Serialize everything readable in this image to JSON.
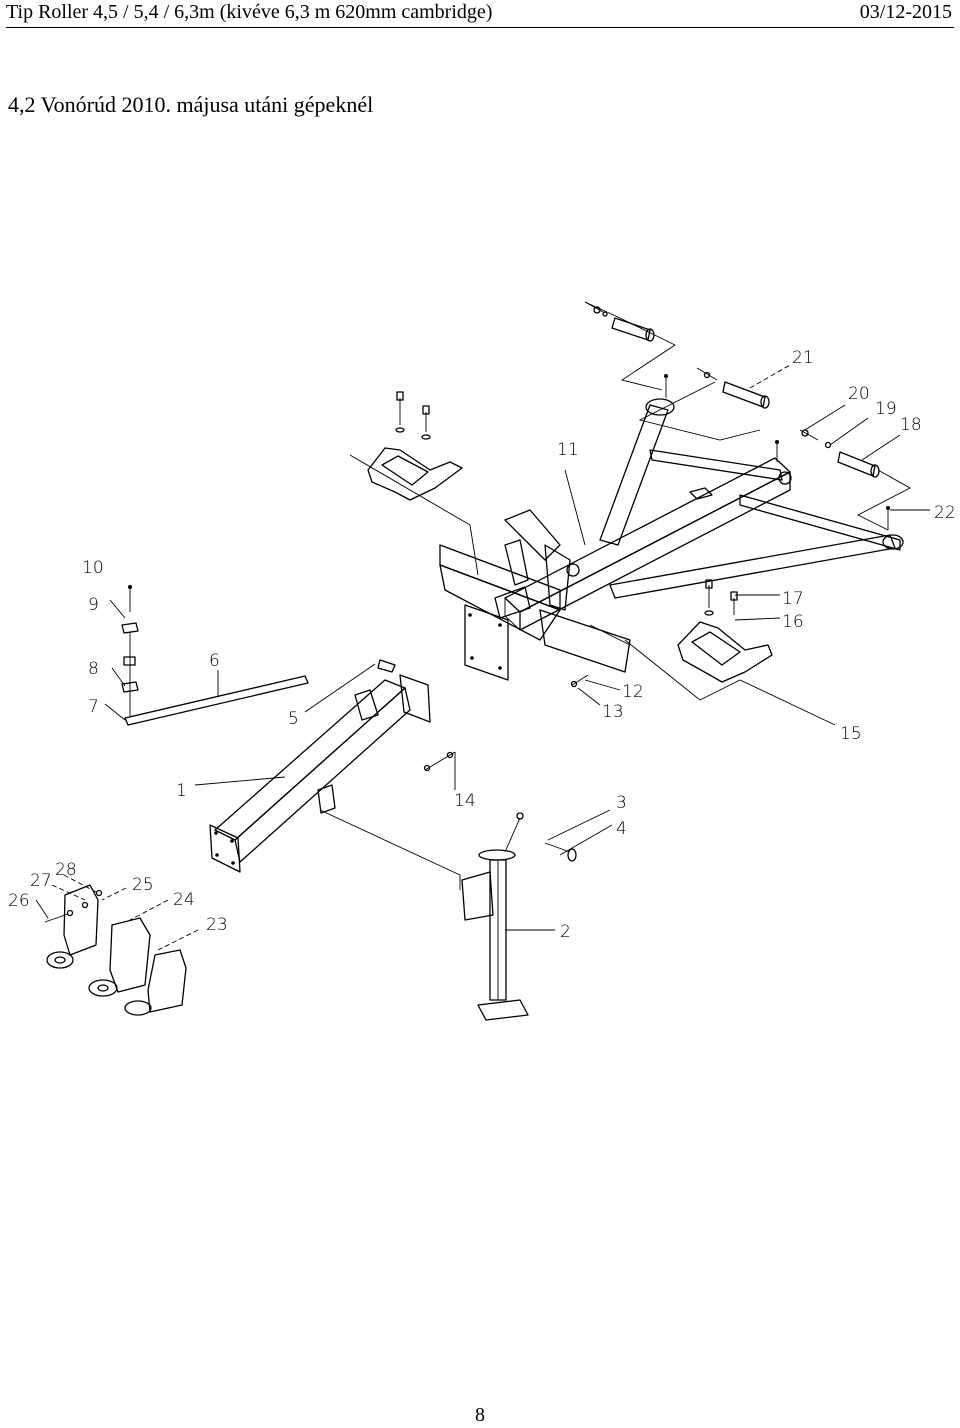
{
  "header": {
    "title": "Tip Roller 4,5 / 5,4 / 6,3m (kivéve 6,3 m 620mm cambridge)",
    "date": "03/12-2015"
  },
  "section": {
    "title": "4,2 Vonórúd 2010. májusa utáni gépeknél"
  },
  "diagram": {
    "callouts": {
      "p1": "1",
      "p2": "2",
      "p3": "3",
      "p4": "4",
      "p5": "5",
      "p6": "6",
      "p7": "7",
      "p8": "8",
      "p9": "9",
      "p10": "10",
      "p11": "11",
      "p12": "12",
      "p13": "13",
      "p14": "14",
      "p15": "15",
      "p16": "16",
      "p17": "17",
      "p18": "18",
      "p19": "19",
      "p20": "20",
      "p21": "21",
      "p22": "22",
      "p23": "23",
      "p24": "24",
      "p25": "25",
      "p26": "26",
      "p27": "27",
      "p28": "28"
    }
  },
  "footer": {
    "page_number": "8"
  }
}
